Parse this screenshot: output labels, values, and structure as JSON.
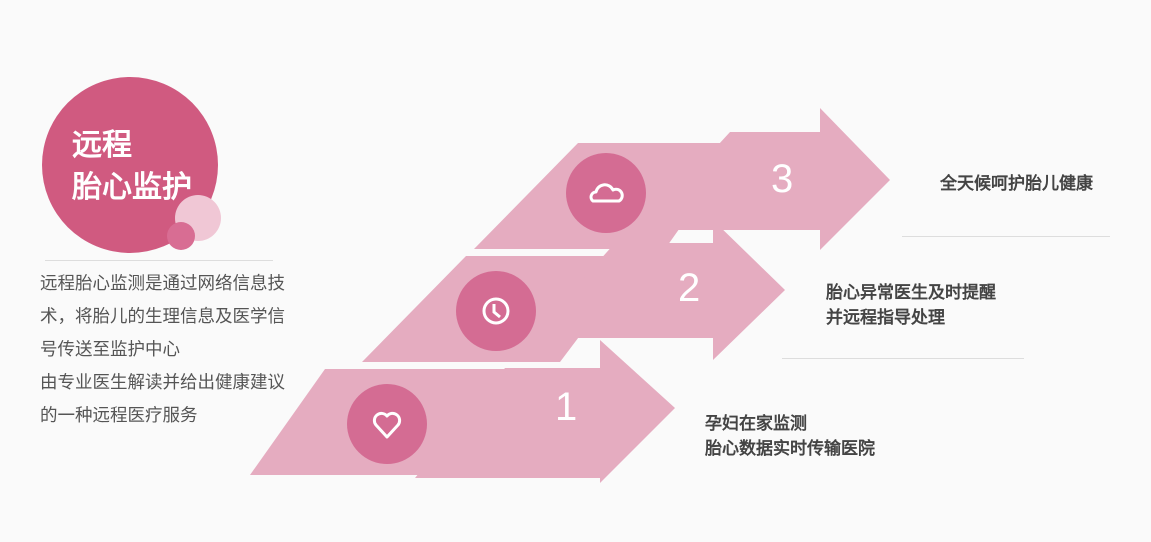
{
  "title": {
    "line1": "远程",
    "line2": "胎心监护"
  },
  "description": [
    "远程胎心监测是通过网络信息技",
    "术，将胎儿的生理信息及医学信",
    "号传送至监护中心",
    "由专业医生解读并给出健康建议",
    "的一种远程医疗服务"
  ],
  "steps": [
    {
      "number": "1",
      "icon": "heart-icon",
      "lines": [
        "孕妇在家监测",
        "胎心数据实时传输医院"
      ]
    },
    {
      "number": "2",
      "icon": "clock-icon",
      "lines": [
        "胎心异常医生及时提醒",
        "并远程指导处理"
      ]
    },
    {
      "number": "3",
      "icon": "cloud-icon",
      "lines": [
        "全天候呵护胎儿健康"
      ]
    }
  ],
  "colors": {
    "title_circle": "#d05a80",
    "arrow": "#e4a8bd",
    "icon_circle": "#d46c93",
    "bubble_light": "#f0c7d5"
  }
}
